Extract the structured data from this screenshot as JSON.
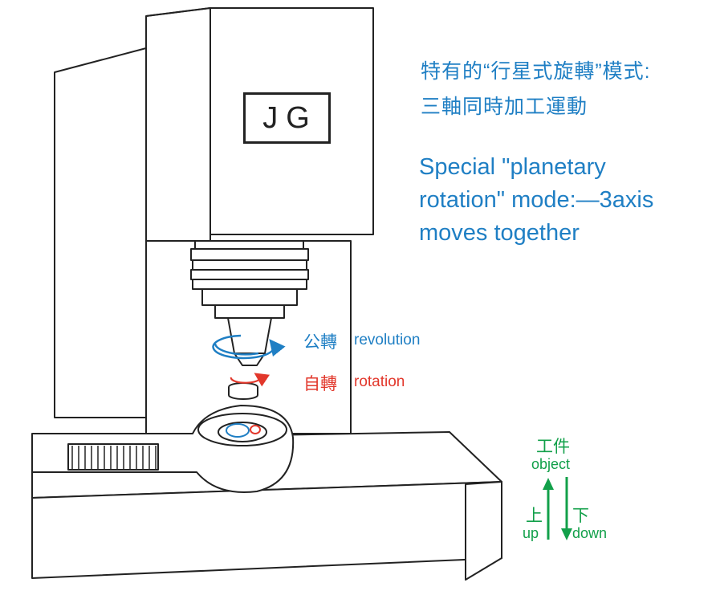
{
  "heading": {
    "chinese_line1": "特有的“行星式旋轉”模式:",
    "chinese_line2": "三軸同時加工運動",
    "english_line1": "Special \"planetary",
    "english_line2": "rotation\" mode:—3axis",
    "english_line3": "moves together"
  },
  "machine": {
    "brand": "JG"
  },
  "labels": {
    "revolution_cn": "公轉",
    "revolution_en": "revolution",
    "rotation_cn": "自轉",
    "rotation_en": "rotation",
    "object_cn": "工件",
    "object_en": "object",
    "up_cn": "上",
    "up_en": "up",
    "down_cn": "下",
    "down_en": "down"
  },
  "colors": {
    "revolution": "#1f7fc4",
    "rotation": "#e2372b",
    "object": "#12a04a",
    "heading": "#1f7fc4"
  }
}
